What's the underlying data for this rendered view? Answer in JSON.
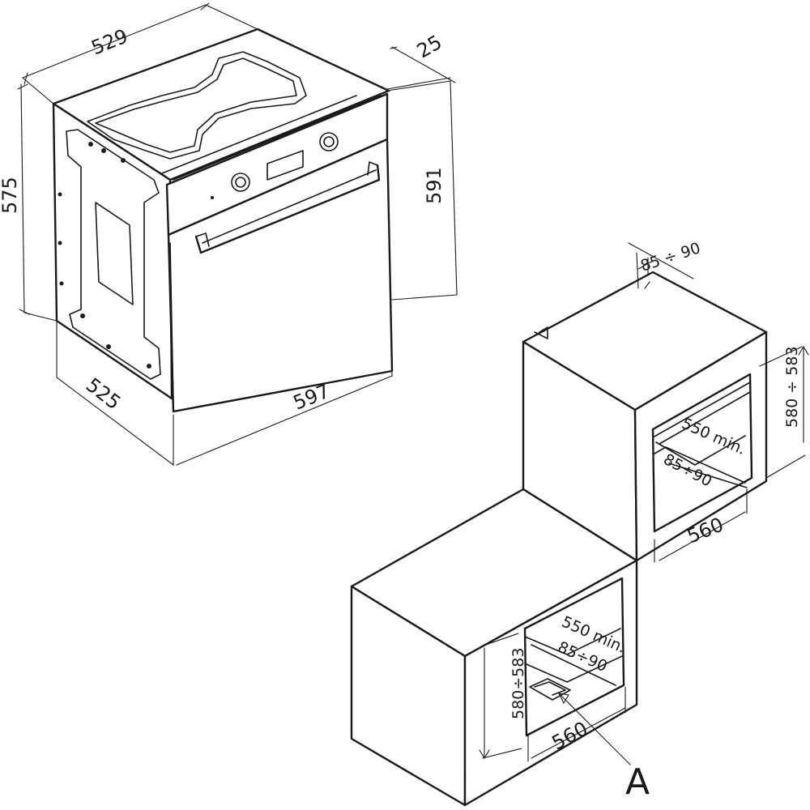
{
  "oven": {
    "dimensions": {
      "depth_top": "529",
      "front_panel": "25",
      "height_body": "575",
      "height_front": "591",
      "depth_bottom": "525",
      "width_front": "597"
    }
  },
  "upper_cabinet": {
    "vent_gap": "85 ÷ 90",
    "height_range": "580 ÷ 583",
    "depth_min": "550 min.",
    "rear_gap": "85÷90",
    "width": "560"
  },
  "lower_cabinet": {
    "height_range": "580÷583",
    "depth_min": "550 min.",
    "rear_gap": "85÷90",
    "width": "560",
    "callout": "A"
  }
}
